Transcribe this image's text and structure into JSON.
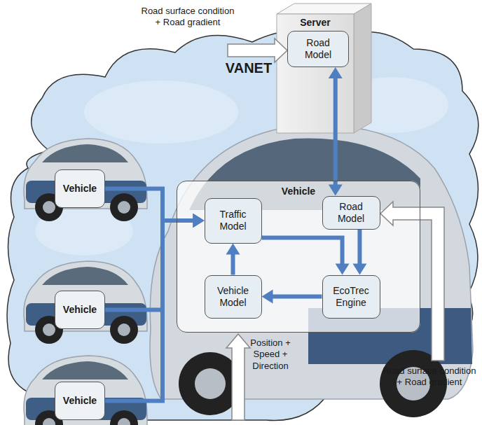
{
  "diagram": {
    "nodes": [
      {
        "text": [
          "Server"
        ]
      },
      {
        "text": [
          "Road Model"
        ],
        "in": 0
      },
      {
        "text": [
          "VANET"
        ]
      },
      {
        "text": [
          "Vehicle"
        ],
        "in": 2
      },
      {
        "text": [
          "Traffic Model"
        ],
        "in": 3
      },
      {
        "text": [
          "Road Model"
        ],
        "in": 3
      },
      {
        "text": [
          "Vehicle Model"
        ],
        "in": 3
      },
      {
        "text": [
          "EcoTrec Engine"
        ],
        "in": 3
      },
      {
        "text": [
          "Vehicle"
        ],
        "in": 2
      },
      {
        "text": [
          "Vehicle"
        ],
        "in": 2
      },
      {
        "text": [
          "Vehicle"
        ],
        "in": 2
      }
    ],
    "edges": [
      {
        "from": 1,
        "to": 5,
        "arrow": "both"
      },
      {
        "from": 8,
        "to": 4,
        "arrow": "to"
      },
      {
        "from": 9,
        "to": 4,
        "arrow": "to"
      },
      {
        "from": 10,
        "to": 4,
        "arrow": "to"
      },
      {
        "from": 6,
        "to": 4,
        "arrow": "to"
      },
      {
        "from": 4,
        "to": 7,
        "arrow": "to"
      },
      {
        "from": 5,
        "to": 7,
        "arrow": "to"
      },
      {
        "from": 7,
        "to": 6,
        "arrow": "to"
      }
    ],
    "labels": [
      "Road surface condition + Road gradient",
      "Position + Speed + Direction",
      "Road surface condition + Road gradient"
    ]
  }
}
